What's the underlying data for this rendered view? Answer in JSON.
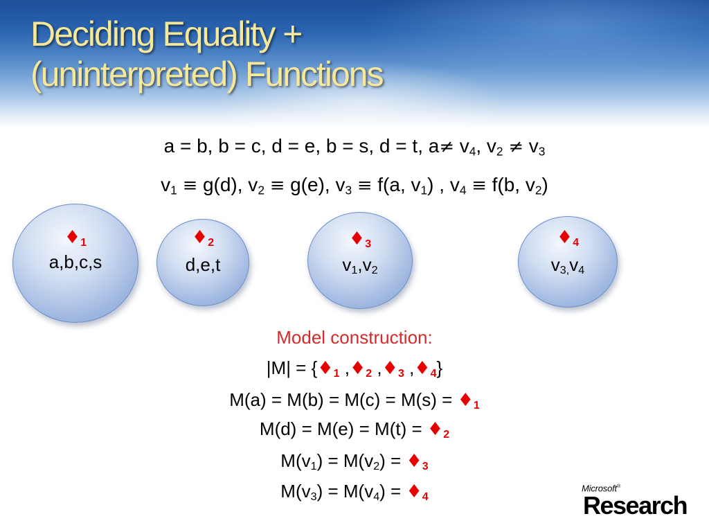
{
  "slide": {
    "title_line1": "Deciding Equality +",
    "title_line2": "(uninterpreted) Functions"
  },
  "formula": {
    "line1": {
      "prefix": "a = b, b = c, d = e, b = s, d = t, a",
      "ne": "≠",
      "v4": "v",
      "v4_sub": "4",
      "comma": ", v",
      "v2_sub": "2",
      "ne2": "≠",
      "v3": "v",
      "v3_sub": "3"
    },
    "line2": {
      "v1": "v",
      "v1_sub": "1",
      "eqv": "≡",
      "t1": "g(d), v",
      "v2_sub": "2",
      "eqv2": "≡",
      "t2": "g(e), v",
      "v3_sub": "3",
      "eqv3": "≡",
      "t3": "f(a, v",
      "a1_sub": "1",
      "t4": ") , v",
      "v4_sub": "4",
      "eqv4": "≡",
      "t5": "f(b, v",
      "b2_sub": "2",
      "t6": ")"
    }
  },
  "nodes": [
    {
      "rep": "♦",
      "rep_sub": "1",
      "members": "a,b,c,s"
    },
    {
      "rep": "♦",
      "rep_sub": "2",
      "members": "d,e,t"
    },
    {
      "rep": "♦",
      "rep_sub": "3",
      "m1": "v",
      "m1_sub": "1",
      "sep": ",v",
      "m2_sub": "2"
    },
    {
      "rep": "♦",
      "rep_sub": "4",
      "m1": "v",
      "m1_sub": "3,",
      "sep": "v",
      "m2_sub": "4"
    }
  ],
  "model": {
    "heading": "Model construction:",
    "universe": {
      "prefix": "|M| = {",
      "d": "♦",
      "s1": "1",
      "c1": " ,",
      "s2": "2",
      "c2": " ,",
      "s3": "3",
      "c3": " ,",
      "s4": "4",
      "suffix": "}"
    },
    "row1": {
      "text": "M(a) = M(b) = M(c) = M(s) = ",
      "d": "♦",
      "sub": "1"
    },
    "row2": {
      "text": "M(d) = M(e) = M(t) = ",
      "d": "♦",
      "sub": "2"
    },
    "row3": {
      "a": "M(v",
      "a_sub": "1",
      "b": ") = M(v",
      "b_sub": "2",
      "c": ") = ",
      "d": "♦",
      "sub": "3"
    },
    "row4": {
      "a": "M(v",
      "a_sub": "3",
      "b": ") = M(v",
      "b_sub": "4",
      "c": ") = ",
      "d": "♦",
      "sub": "4"
    }
  },
  "logo": {
    "top": "Microsoft",
    "mark": "®",
    "bottom": "Research"
  }
}
